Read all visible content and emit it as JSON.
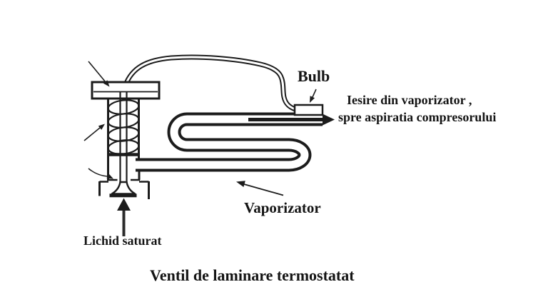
{
  "figure": {
    "title": "Ventil de laminare termostatat",
    "labels": {
      "bulb": "Bulb",
      "outlet_line1": "Iesire din vaporizator ,",
      "outlet_line2": "spre aspiratia compresorului",
      "evaporator": "Vaporizator",
      "inlet": "Lichid saturat"
    },
    "colors": {
      "ink": "#1c1c1c",
      "background": "#ffffff"
    }
  }
}
